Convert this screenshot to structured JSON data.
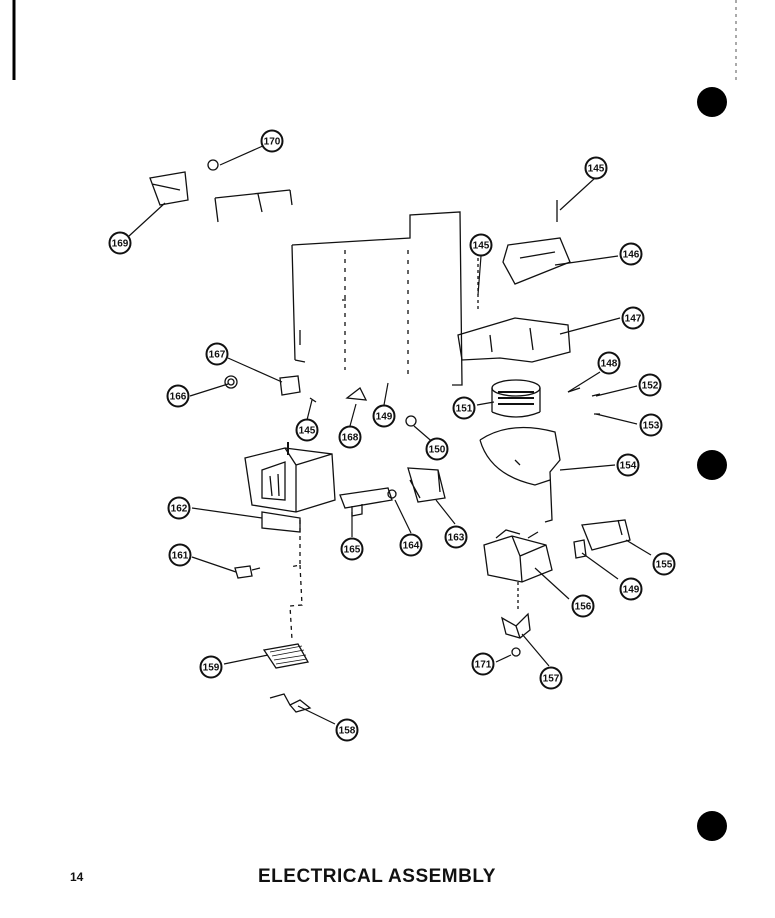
{
  "page": {
    "number": "14",
    "title": "ELECTRICAL ASSEMBLY"
  },
  "callouts": [
    "170",
    "169",
    "145",
    "146",
    "145",
    "147",
    "148",
    "152",
    "153",
    "167",
    "166",
    "145",
    "168",
    "149",
    "150",
    "151",
    "154",
    "162",
    "165",
    "164",
    "163",
    "161",
    "156",
    "149",
    "155",
    "159",
    "171",
    "157",
    "158"
  ]
}
